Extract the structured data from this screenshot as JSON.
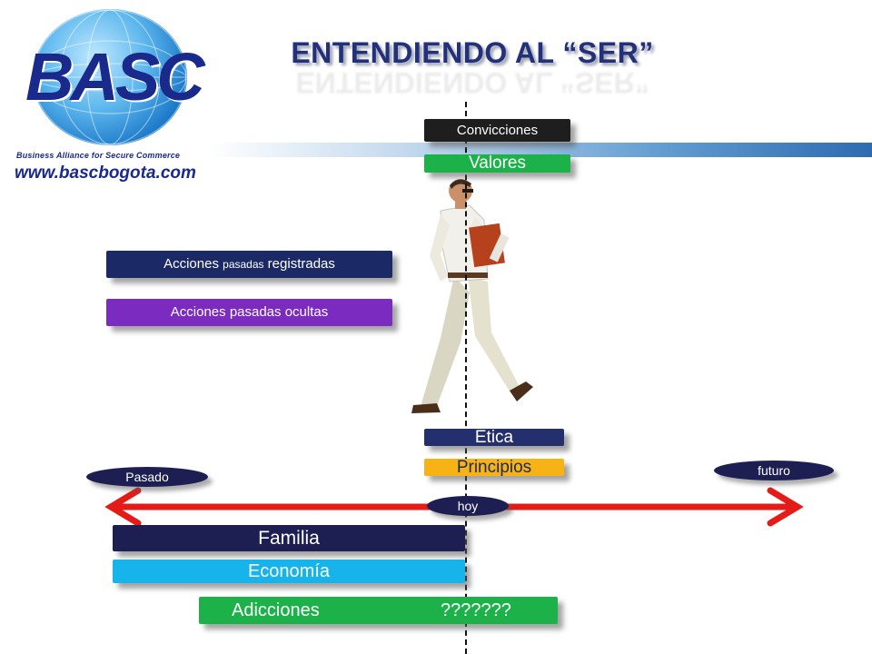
{
  "logo": {
    "brand": "BASC",
    "tagline": "Business Alliance for Secure Commerce",
    "website": "www.bascbogota.com"
  },
  "title": "ENTENDIENDO AL “SER”",
  "labels": {
    "convicciones": "Convicciones",
    "valores": "Valores",
    "acciones_registradas_1": "Acciones ",
    "acciones_registradas_small": "pasadas",
    "acciones_registradas_2": " registradas",
    "acciones_ocultas": "Acciones pasadas ocultas",
    "etica": "Etica",
    "principios": "Principios",
    "pasado": "Pasado",
    "hoy": "hoy",
    "futuro": "futuro",
    "familia": "Familia",
    "economia": "Economía",
    "adicciones": "Adicciones",
    "incognita": "???????"
  },
  "colors": {
    "title": "#23307a",
    "arrow": "#e41b17",
    "convicciones": "#1e1e1e",
    "valores": "#1db14a",
    "acciones_registradas": "#1b2a66",
    "acciones_ocultas": "#7b2bc0",
    "etica": "#24306e",
    "principios": "#f7b315",
    "familia": "#1d1f52",
    "economia": "#16b4ea",
    "adicciones": "#1db14a"
  }
}
